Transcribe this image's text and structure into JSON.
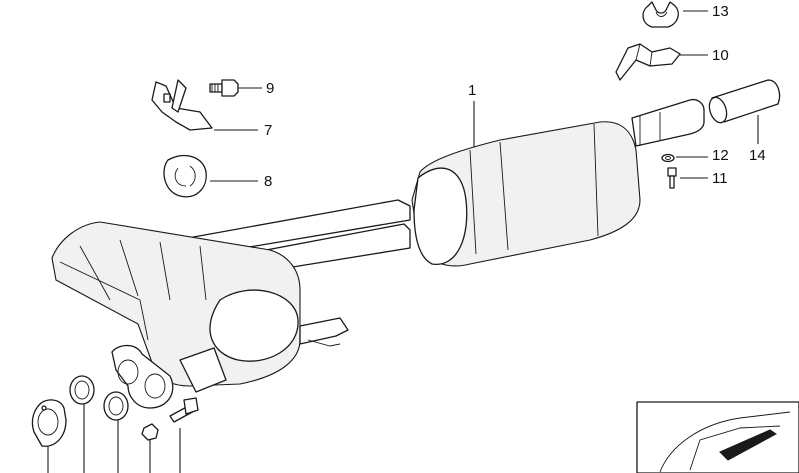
{
  "callouts": [
    {
      "id": "p13",
      "label": "13"
    },
    {
      "id": "p10",
      "label": "10"
    },
    {
      "id": "p9",
      "label": "9"
    },
    {
      "id": "p7",
      "label": "7"
    },
    {
      "id": "p8",
      "label": "8"
    },
    {
      "id": "p1",
      "label": "1"
    },
    {
      "id": "p12",
      "label": "12"
    },
    {
      "id": "p14",
      "label": "14"
    },
    {
      "id": "p11",
      "label": "11"
    }
  ],
  "colors": {
    "line": "#1a1a1a",
    "background": "#ffffff"
  }
}
